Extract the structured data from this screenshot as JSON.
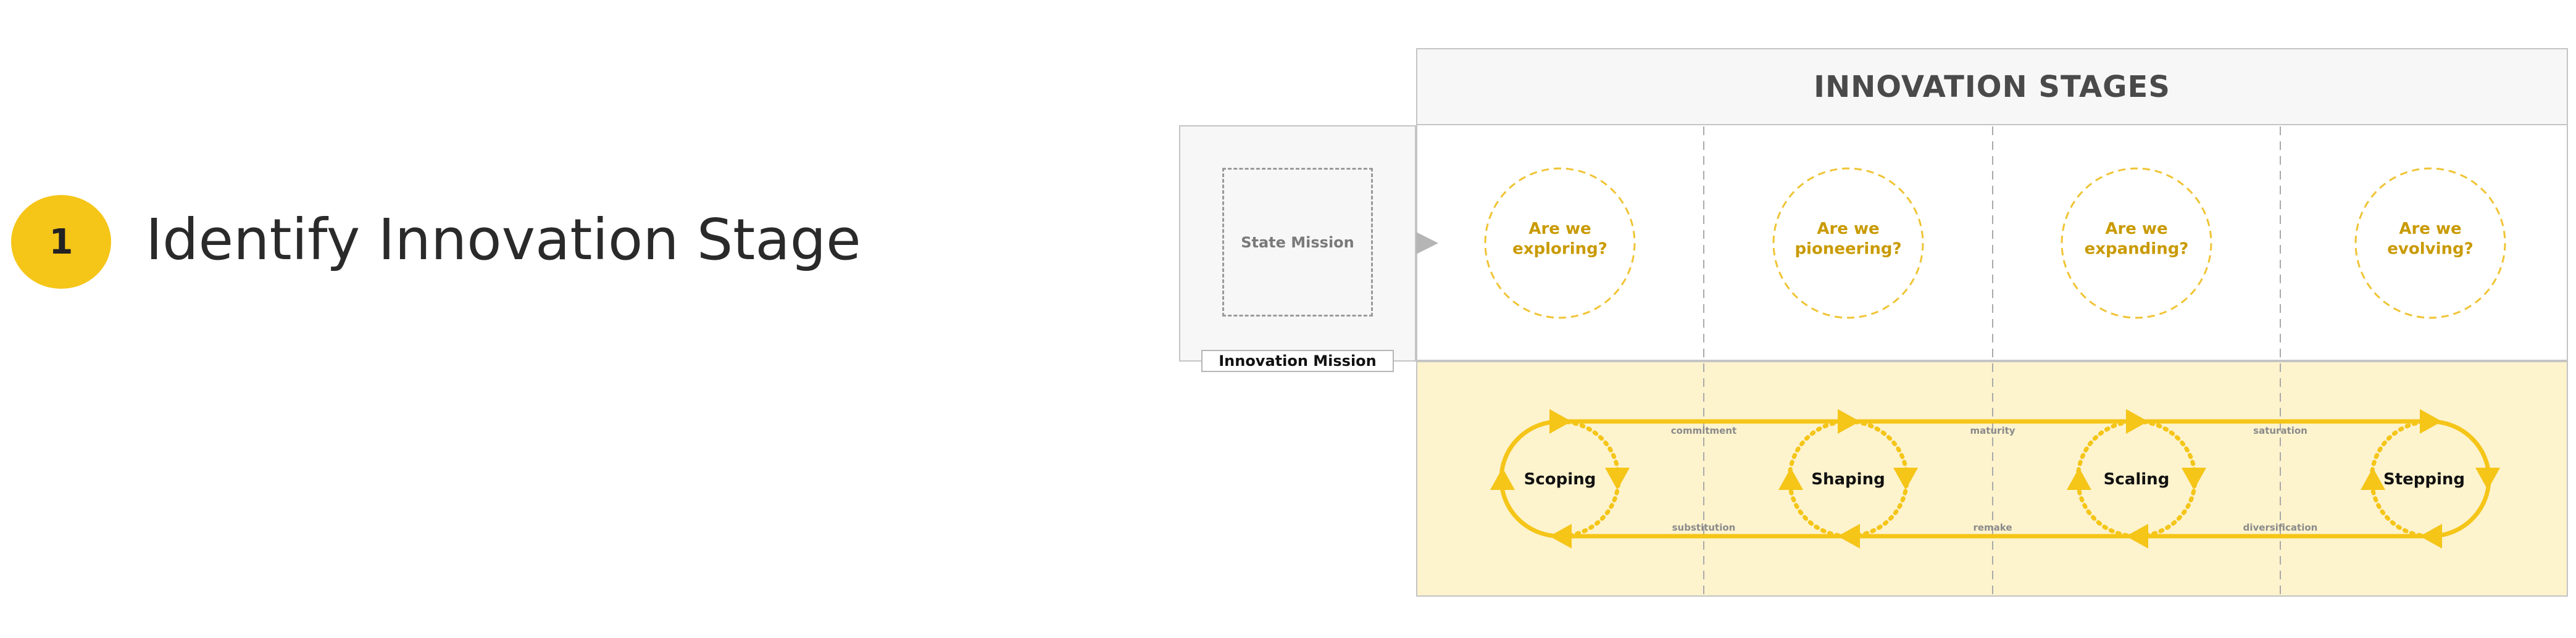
{
  "step": {
    "number": "1",
    "title": "Identify Innovation Stage"
  },
  "mission": {
    "state_label": "State Mission",
    "panel_label": "Innovation Mission"
  },
  "stages_header": "INNOVATION STAGES",
  "questions": [
    "Are we\nexploring?",
    "Are we\npioneering?",
    "Are we\nexpanding?",
    "Are we\nevolving?"
  ],
  "stages": [
    "Scoping",
    "Shaping",
    "Scaling",
    "Stepping"
  ],
  "forward_transitions": [
    "commitment",
    "maturity",
    "saturation"
  ],
  "backward_transitions": [
    "substitution",
    "remake",
    "diversification"
  ],
  "colors": {
    "accent": "#f5c518",
    "question_text": "#c99a00",
    "panel_border": "#c4c4c4",
    "cycle_bg": "#fdf3cd"
  }
}
